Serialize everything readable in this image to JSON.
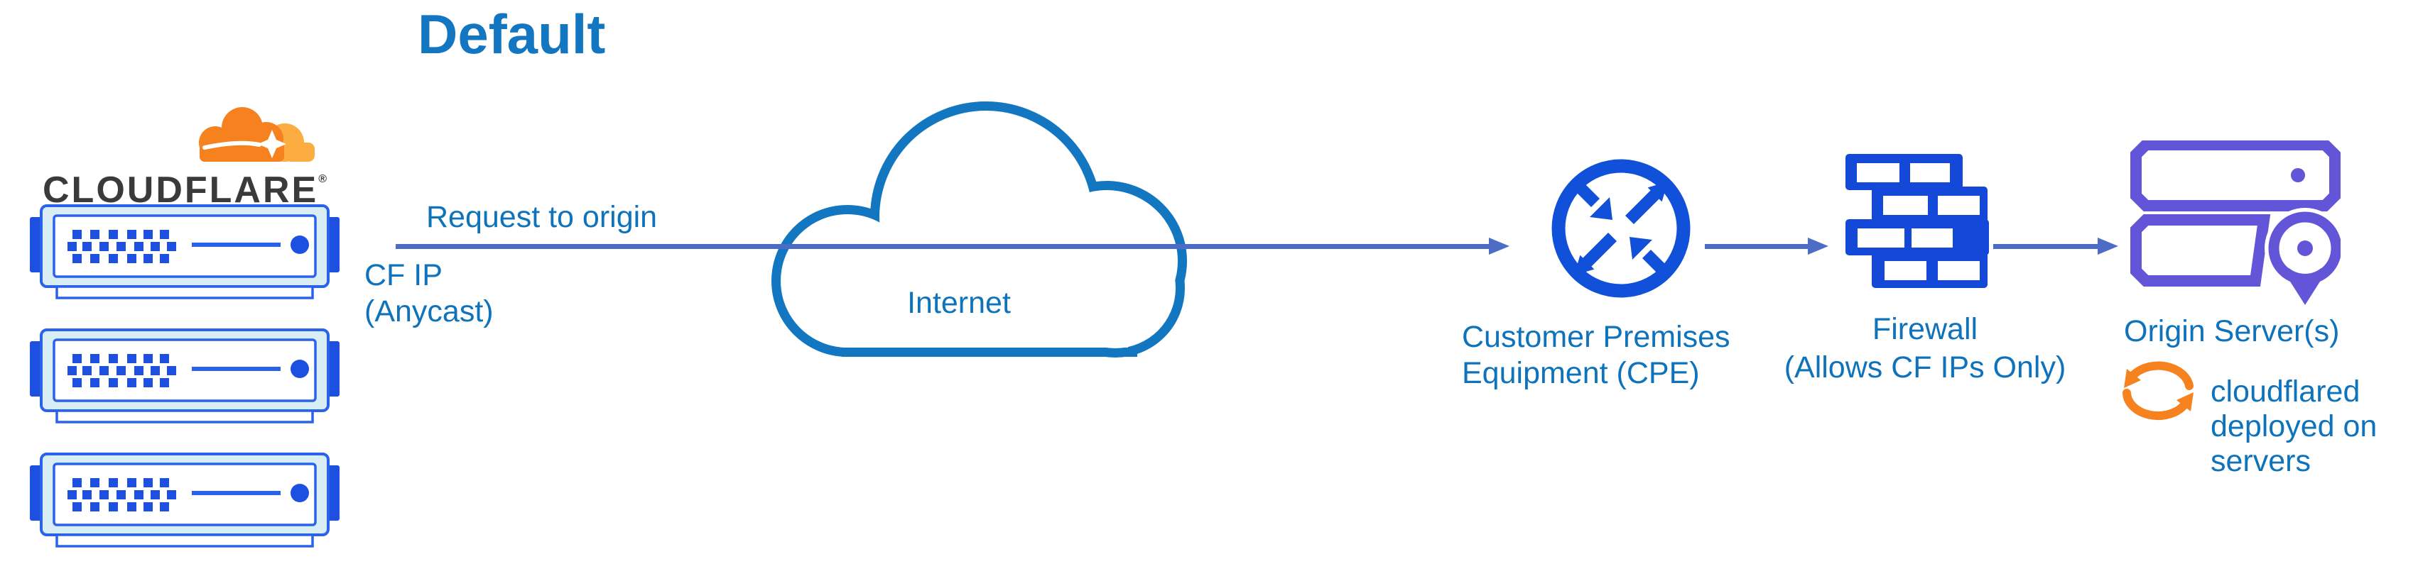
{
  "title": "Default",
  "logo": {
    "wordmark": "CLOUDFLARE",
    "registered": "®"
  },
  "flow": {
    "request_label": "Request to origin",
    "cf_ip_line1": "CF IP",
    "cf_ip_line2": "(Anycast)"
  },
  "nodes": {
    "cloudflare_servers": {
      "icon": "server-rack-icon",
      "count": 3
    },
    "internet": {
      "label": "Internet",
      "icon": "cloud-outline-icon"
    },
    "cpe": {
      "label_line1": "Customer Premises",
      "label_line2": "Equipment (CPE)",
      "icon": "router-arrows-icon"
    },
    "firewall": {
      "label_line1": "Firewall",
      "label_line2": "(Allows CF IPs Only)",
      "icon": "brick-wall-icon"
    },
    "origin": {
      "label": "Origin Server(s)",
      "note": "cloudflared deployed on servers",
      "icon": "origin-servers-location-icon",
      "note_icon": "sync-arrows-icon"
    }
  },
  "colors": {
    "text_blue": "#0e73bb",
    "title_blue": "#1276c0",
    "line_blue": "#4c6cc5",
    "icon_blue": "#1150d8",
    "firewall_blue": "#1348d8",
    "server_border_blue": "#2a62e9",
    "server_fill_cyan": "#d8edf4",
    "server_solid_blue": "#1d50e0",
    "origin_purple": "#6355d8",
    "cloudflare_orange": "#f6821f",
    "cloudflare_orange_light": "#fbad41",
    "wordmark_dark": "#3a3a3a"
  }
}
